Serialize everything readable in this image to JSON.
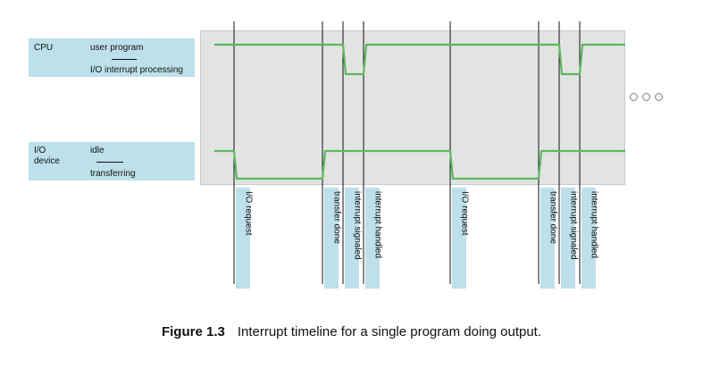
{
  "rows": {
    "cpu": {
      "device": "CPU",
      "high": "user program",
      "low": "I/O interrupt processing"
    },
    "io": {
      "device_line1": "I/O",
      "device_line2": "device",
      "high": "idle",
      "low": "transferring"
    }
  },
  "events": [
    {
      "label": "I/O request",
      "time": 1
    },
    {
      "label": "transfer done",
      "time": 2
    },
    {
      "label": "interrupt signaled",
      "time": 3
    },
    {
      "label": "interrupt handled",
      "time": 4
    },
    {
      "label": "I/O request",
      "time": 5
    },
    {
      "label": "transfer done",
      "time": 6
    },
    {
      "label": "interrupt signaled",
      "time": 7
    },
    {
      "label": "interrupt handled",
      "time": 8
    }
  ],
  "signals": {
    "cpu": [
      {
        "from": 0,
        "to": 3,
        "state": "user program"
      },
      {
        "from": 3,
        "to": 4,
        "state": "I/O interrupt processing"
      },
      {
        "from": 4,
        "to": 7,
        "state": "user program"
      },
      {
        "from": 7,
        "to": 8,
        "state": "I/O interrupt processing"
      },
      {
        "from": 8,
        "to": 9,
        "state": "user program"
      }
    ],
    "io": [
      {
        "from": 0,
        "to": 1,
        "state": "idle"
      },
      {
        "from": 1,
        "to": 2,
        "state": "transferring"
      },
      {
        "from": 2,
        "to": 5,
        "state": "idle"
      },
      {
        "from": 5,
        "to": 6,
        "state": "transferring"
      },
      {
        "from": 6,
        "to": 9,
        "state": "idle"
      }
    ]
  },
  "colors": {
    "signal": "#5cb85c",
    "label_bg": "#bde0ea",
    "panel_bg": "#e3e3e3",
    "tick_line": "#111111"
  },
  "caption": {
    "number": "Figure 1.3",
    "text": "Interrupt timeline for a single program doing output."
  }
}
